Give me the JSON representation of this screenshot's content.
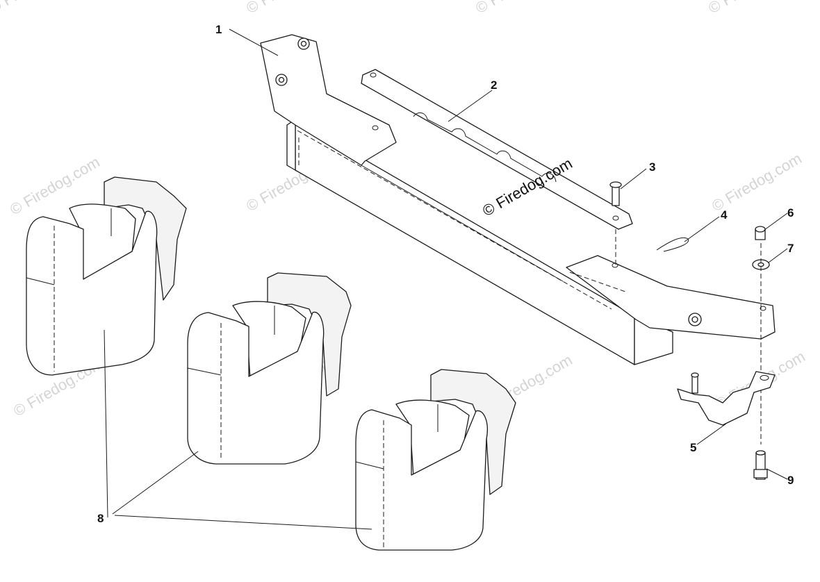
{
  "watermark": {
    "main_text": "© Firedog.com",
    "faint_text": "© Firedog.com",
    "faint_color": "#d4d4d4"
  },
  "callouts": [
    {
      "id": "1",
      "label": "1",
      "part": "weight-bracket"
    },
    {
      "id": "2",
      "label": "2",
      "part": "mounting-bar"
    },
    {
      "id": "3",
      "label": "3",
      "part": "clevis-pin"
    },
    {
      "id": "4",
      "label": "4",
      "part": "hairpin-clip"
    },
    {
      "id": "5",
      "label": "5",
      "part": "mounting-plate"
    },
    {
      "id": "6",
      "label": "6",
      "part": "nut"
    },
    {
      "id": "7",
      "label": "7",
      "part": "washer"
    },
    {
      "id": "8",
      "label": "8",
      "part": "suitcase-weights"
    },
    {
      "id": "9",
      "label": "9",
      "part": "bolt"
    }
  ]
}
